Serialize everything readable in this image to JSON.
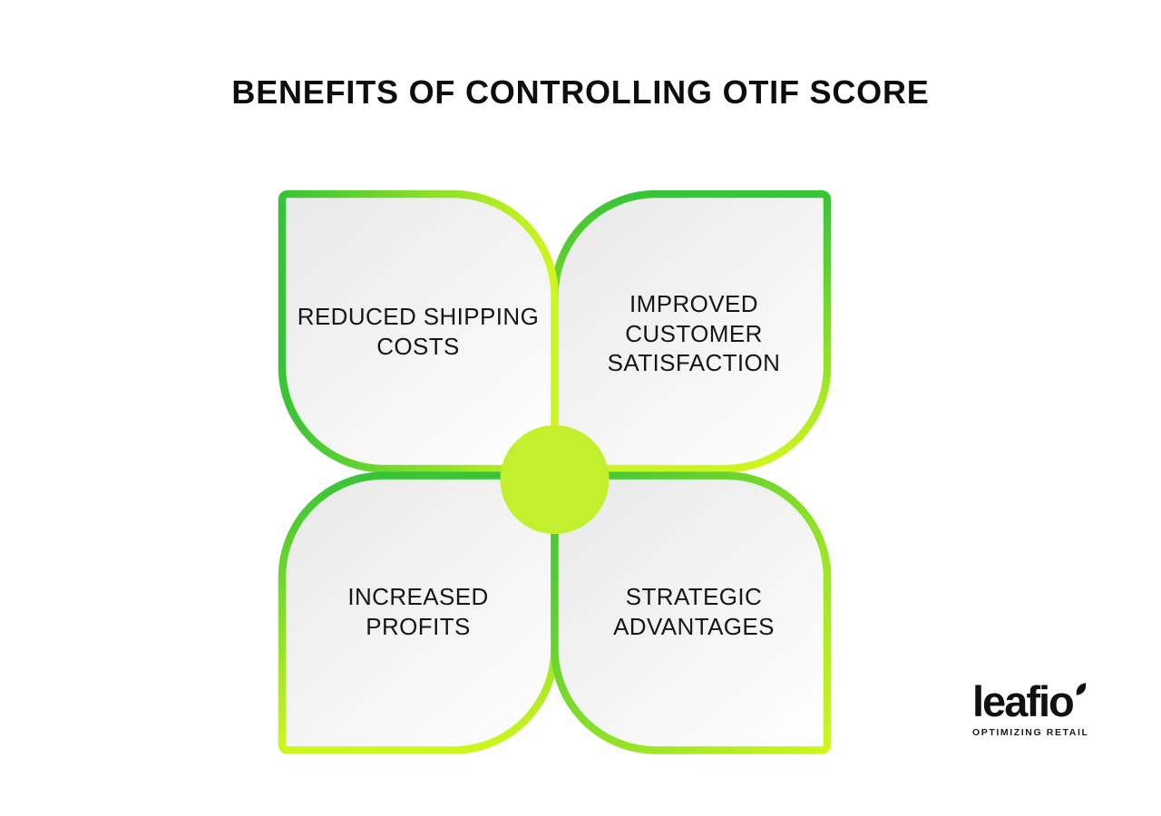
{
  "title": "BENEFITS OF CONTROLLING OTIF SCORE",
  "petals": [
    {
      "position": "top-left",
      "label": "REDUCED SHIPPING COSTS"
    },
    {
      "position": "top-right",
      "label": "IMPROVED CUSTOMER SATISFACTION"
    },
    {
      "position": "bottom-left",
      "label": "INCREASED PROFITS"
    },
    {
      "position": "bottom-right",
      "label": "STRATEGIC ADVANTAGES"
    }
  ],
  "logo": {
    "brand": "leafio",
    "tagline": "OPTIMIZING RETAIL"
  },
  "colors": {
    "green": "#38C437",
    "lime": "#CFF61C",
    "center_circle": "#C2F02C",
    "petal_fill_dark": "#E8E8E8",
    "petal_fill_mid": "#F4F4F4",
    "petal_fill_light": "#FDFDFD",
    "text": "#161616"
  }
}
